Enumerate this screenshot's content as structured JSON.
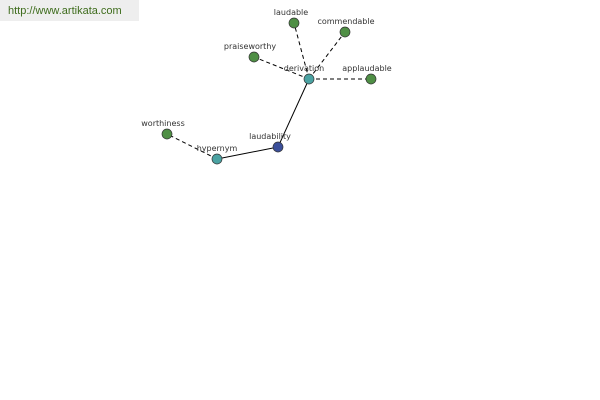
{
  "watermark": {
    "text": "http://www.artikata.com"
  },
  "colors": {
    "root_node": "#3b4f9a",
    "relation_node": "#4aa2a2",
    "word_node": "#4f8f45",
    "label": "#333333",
    "watermark_text": "#3e6c1c"
  },
  "nodes": {
    "root": {
      "label": "laudability",
      "kind": "root"
    },
    "derivation": {
      "label": "derivation",
      "kind": "relation"
    },
    "hypernym": {
      "label": "hypernym",
      "kind": "relation"
    },
    "laudable": {
      "label": "laudable",
      "kind": "word"
    },
    "commendable": {
      "label": "commendable",
      "kind": "word"
    },
    "praiseworthy": {
      "label": "praiseworthy",
      "kind": "word"
    },
    "applaudable": {
      "label": "applaudable",
      "kind": "word"
    },
    "worthiness": {
      "label": "worthiness",
      "kind": "word"
    }
  },
  "edges": [
    {
      "from": "root",
      "to": "derivation",
      "style": "solid"
    },
    {
      "from": "root",
      "to": "hypernym",
      "style": "solid"
    },
    {
      "from": "derivation",
      "to": "laudable",
      "style": "dashed"
    },
    {
      "from": "derivation",
      "to": "commendable",
      "style": "dashed"
    },
    {
      "from": "derivation",
      "to": "praiseworthy",
      "style": "dashed"
    },
    {
      "from": "derivation",
      "to": "applaudable",
      "style": "dashed"
    },
    {
      "from": "hypernym",
      "to": "worthiness",
      "style": "dashed"
    }
  ]
}
